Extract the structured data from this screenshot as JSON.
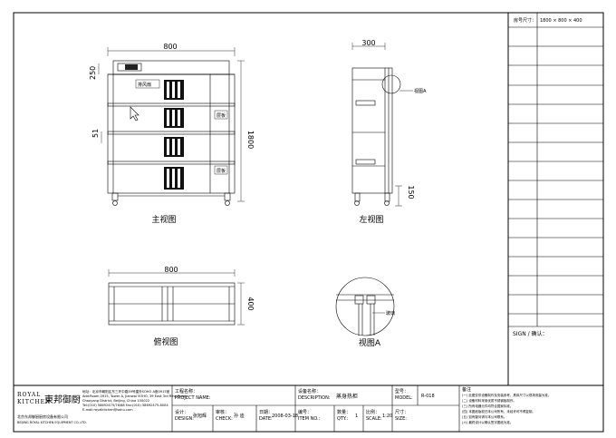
{
  "views": {
    "front": {
      "caption": "主视图",
      "dim_width": "800",
      "dim_height": "1800",
      "dim_top": "250",
      "dim_left": "51",
      "tag_fan": "排风扇",
      "tag_door_1": "层板",
      "tag_door_2": "层板"
    },
    "left": {
      "caption": "左视图",
      "dim_width": "300",
      "dim_bottom": "150",
      "tag_detail": "视图A"
    },
    "top": {
      "caption": "俯视图",
      "dim_width": "800",
      "dim_depth": "400"
    },
    "detail": {
      "caption": "视图A",
      "tag": "玻璃"
    }
  },
  "side_table": {
    "header_label": "房号尺寸：",
    "header_value": "1800 × 800 × 400",
    "sign_label": "SIGN / 确认："
  },
  "title_block": {
    "company": {
      "brand_latin_top": "ROYAL",
      "brand_latin_bottom": "KITCHEN",
      "brand_cn": "東邦御厨",
      "address_lines": [
        "地址：北京市朝阳区东三环中路39号建外SOHO A座0915室",
        "Add:Room 0915, Tower A, Jianwai SOHO, 39 East 3rd Ring Road,",
        "Chaoyang District, Beijing, China 100022",
        "Tel:(010) 58692475/76/88  Fax:(010) 58692475-8004",
        "E-mail:royalkitchen@sohu.com"
      ],
      "footer": "北京东邦御厨厨房设备有限公司",
      "footer_en": "BEIJING ROYAL KITCHEN EQUIPMENT CO.,LTD."
    },
    "project": {
      "label_cn": "工程名称：",
      "label_en": "PROJECT NAME:",
      "value": ""
    },
    "description": {
      "label_cn": "设备名称：",
      "label_en": "DESCRIPTION:",
      "value": "蒸身热柜"
    },
    "model": {
      "label_cn": "型号：",
      "label_en": "MODEL:",
      "value": "R-018"
    },
    "design": {
      "label_cn": "设计：",
      "label_en": "DESIGN:",
      "value": "张旭辉"
    },
    "check": {
      "label_cn": "审核：",
      "label_en": "CHECK:",
      "value": "孙 迪"
    },
    "date": {
      "label_cn": "日期：",
      "label_en": "DATE:",
      "value": "2008-03-18"
    },
    "item_no": {
      "label_cn": "编号：",
      "label_en": "ITEM NO.:",
      "value": ""
    },
    "qty": {
      "label_cn": "数量：",
      "label_en": "QTY.:",
      "value": "1"
    },
    "scale": {
      "label_cn": "比例：",
      "label_en": "SCALE:",
      "value": "1:20"
    },
    "size": {
      "label_cn": "尺寸：",
      "label_en": "SIZE:",
      "value": ""
    },
    "notes": {
      "title": "备注",
      "lines": [
        "(一) 此图仅供设备制作及安装参考，具体尺寸以现场测量为准。",
        "(二) 设备材料采用优质不锈钢板制作。",
        "(三) 所有电器元件均符合国家标准。",
        "(四) 本图纸版权归本公司所有，未经许可不得复制。",
        "(五) 如有疑问请与本公司联系。",
        "(六) 最终设计以确认签字图纸为准。"
      ]
    }
  }
}
